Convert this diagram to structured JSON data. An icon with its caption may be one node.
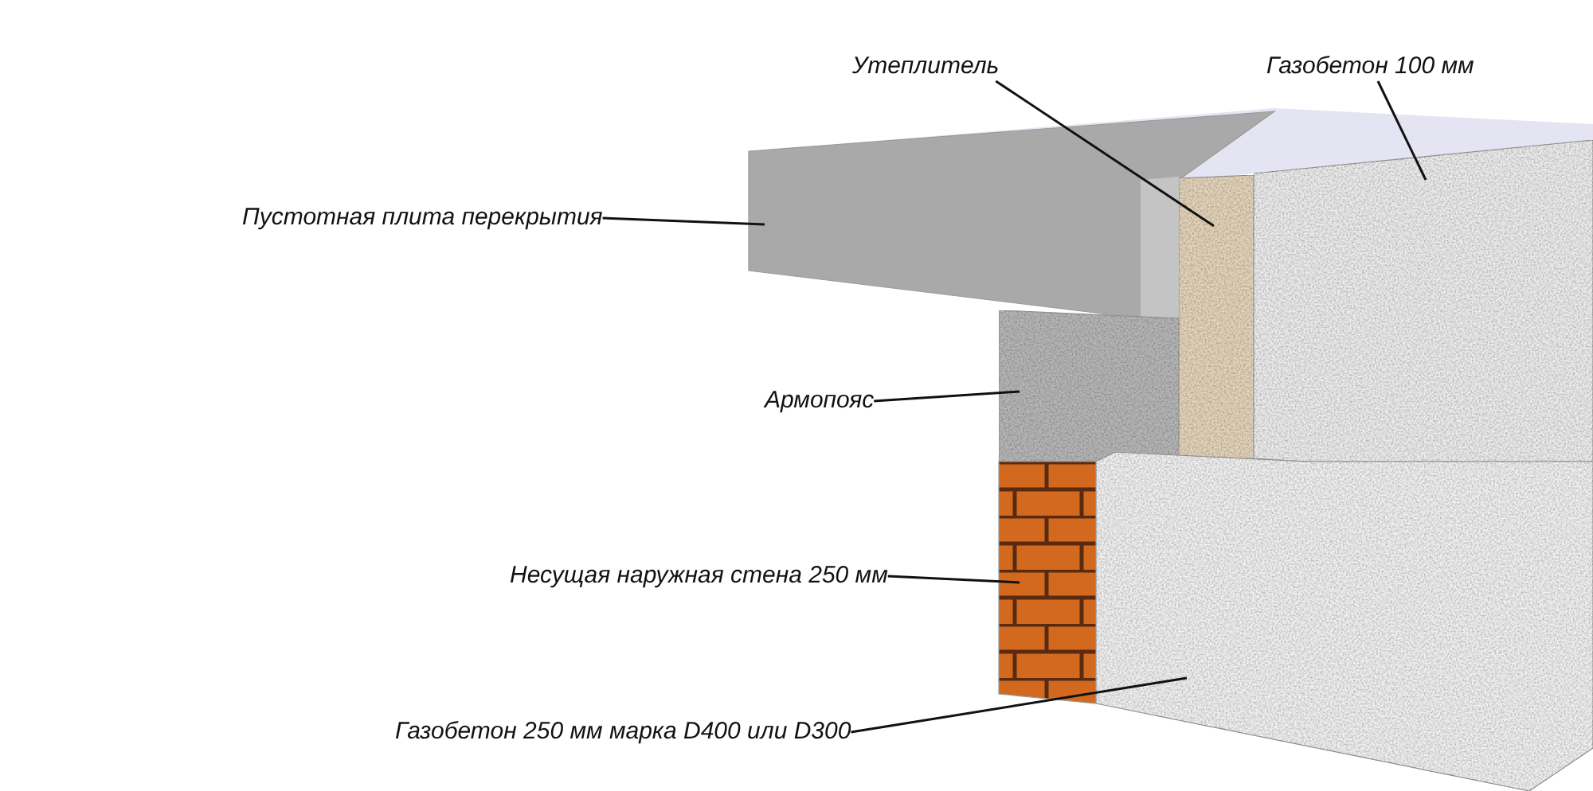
{
  "diagram": {
    "nodes": [
      {
        "text": [
          "Утеплитель"
        ]
      },
      {
        "text": [
          "Газобетон 100 мм"
        ]
      },
      {
        "text": [
          "Пустотная плита перекрытия"
        ]
      },
      {
        "text": [
          "Армопояс"
        ]
      },
      {
        "text": [
          "Несущая наружная стена 250 мм"
        ]
      },
      {
        "text": [
          "Газобетон 250 мм марка D400 или D300"
        ]
      },
      {
        "text": [],
        "shape": "box"
      },
      {
        "text": [],
        "shape": "box"
      },
      {
        "text": [],
        "shape": "box"
      },
      {
        "text": [],
        "shape": "box"
      },
      {
        "text": [],
        "shape": "box"
      },
      {
        "text": [],
        "shape": "box"
      }
    ],
    "edges": [
      {
        "from": 0,
        "to": 7,
        "arrow": "none"
      },
      {
        "from": 1,
        "to": 8,
        "arrow": "none"
      },
      {
        "from": 2,
        "to": 6,
        "arrow": "none"
      },
      {
        "from": 3,
        "to": 9,
        "arrow": "none"
      },
      {
        "from": 4,
        "to": 10,
        "arrow": "none"
      },
      {
        "from": 5,
        "to": 11,
        "arrow": "none"
      }
    ]
  }
}
